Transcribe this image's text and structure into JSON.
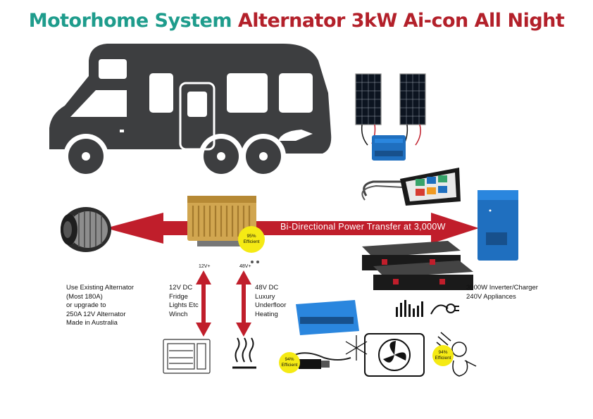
{
  "title": {
    "part1": "Motorhome System",
    "part2": "Alternator 3kW Ai-con All Night"
  },
  "arrow": {
    "label": "Bi-Directional Power Transfer at 3,000W"
  },
  "badges": {
    "controller": [
      "95%",
      "Efficient"
    ],
    "dc_converter": [
      "94%",
      "Efficient"
    ],
    "aircon": [
      "94%",
      "Efficient"
    ]
  },
  "voltage": {
    "v12": "12V+",
    "v48": "48V+"
  },
  "alternator_text": "Use Existing Alternator\n(Most 180A)\nor upgrade to\n250A 12V Alternator\nMade in Australia",
  "dc12_text": "12V DC\nFridge\nLights Etc\nWinch",
  "dc48_text": "48V DC\nLuxury\nUnderfloor\nHeating",
  "inverter_text": "3000W Inverter/Charger\n240V  Appliances",
  "colors": {
    "green": "#1e9c8c",
    "red": "#b3202a",
    "rv": "#3d3e40",
    "arrow": "#c01e2b",
    "badge": "#f5ea14",
    "victron": "#1f6fbf"
  }
}
